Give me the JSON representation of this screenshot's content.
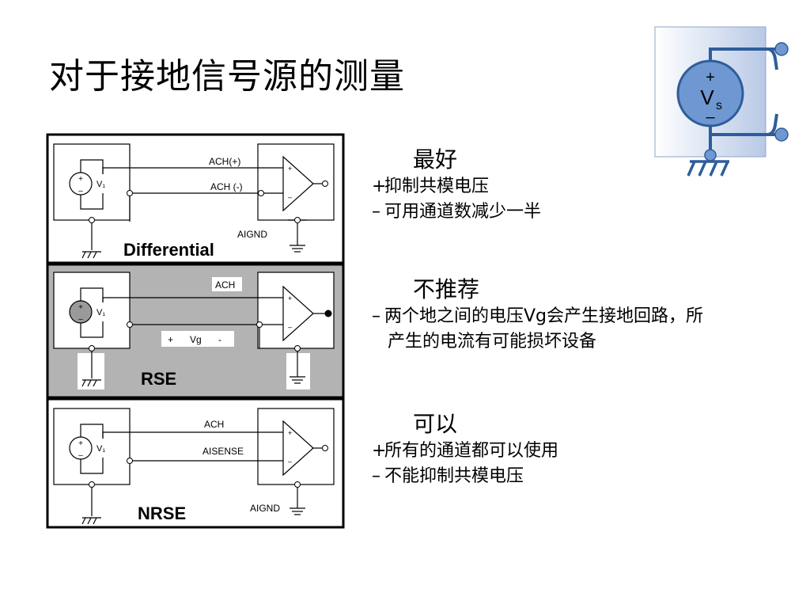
{
  "slide": {
    "title": "对于接地信号源的测量"
  },
  "source_diagram": {
    "plus": "+",
    "minus": "–",
    "v": "V",
    "sub": "s",
    "panel_color": "#b8c9e6",
    "wire_color": "#2e5d9a",
    "circle_color": "#6f97d1"
  },
  "circuits": [
    {
      "mode": "Differential",
      "input_top": "ACH(+)",
      "input_bottom": "ACH (-)",
      "ground_label": "AIGND",
      "source": "V₁",
      "background": "#ffffff"
    },
    {
      "mode": "RSE",
      "input_top": "ACH",
      "vg_plus": "+",
      "vg_label": "Vg",
      "vg_minus": "-",
      "source": "V₁",
      "background": "#b3b3b3"
    },
    {
      "mode": "NRSE",
      "input_top": "ACH",
      "input_bottom": "AISENSE",
      "ground_label": "AIGND",
      "source": "V₁",
      "background": "#ffffff"
    }
  ],
  "sections": [
    {
      "heading": "最好",
      "lines": [
        {
          "mark": "+",
          "text": "抑制共模电压"
        },
        {
          "mark": "–",
          "text": "可用通道数减少一半"
        }
      ]
    },
    {
      "heading": "不推荐",
      "lines": [
        {
          "mark": "–",
          "text": "两个地之间的电压Vg会产生接地回路，所"
        },
        {
          "mark": "",
          "text": "产生的电流有可能损坏设备"
        }
      ]
    },
    {
      "heading": "可以",
      "lines": [
        {
          "mark": "+",
          "text": "所有的通道都可以使用"
        },
        {
          "mark": "–",
          "text": "不能抑制共模电压"
        }
      ]
    }
  ]
}
